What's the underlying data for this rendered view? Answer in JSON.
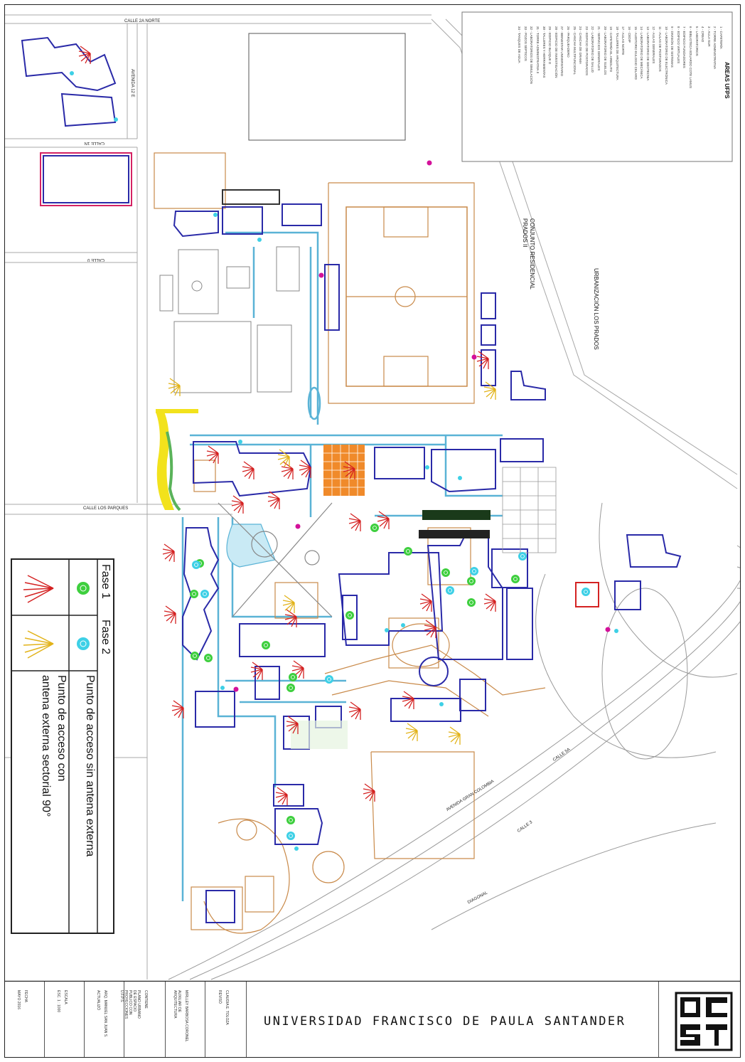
{
  "title_block": {
    "university": "UNIVERSIDAD FRANCISCO DE PAULA SANTANDER",
    "cells": [
      {
        "label": "FECHA",
        "value": "MAYO 2016"
      },
      {
        "label": "ESCALA",
        "value": "ESC. 1 : 1000"
      },
      {
        "label": "ARQ. MANUEL SAN JUAN S.",
        "value": "ACTUALIZÓ"
      },
      {
        "label": "CONTIENE",
        "value": "PLANO URBANO DE ESPACIO PUBLICO CON PROYECCIONES U.F.P.S."
      },
      {
        "label": "MIRLLEY BARBOSA CORONEL",
        "value": "AUXILIAR DE ARQUITECTURA"
      },
      {
        "label": "CLAUDIA E. TOLOZA",
        "value": "REVISÓ"
      }
    ]
  },
  "legend": {
    "phase1": "Fase 1",
    "phase2": "Fase 2",
    "ap_no_antenna": "Punto de acceso sin antena externa",
    "ap_antenna_line1": "Punto de acceso con",
    "ap_antenna_line2": "antena externa sectorial 90°"
  },
  "streets": {
    "calle_2a_norte": "CALLE 2A NORTE",
    "avenida_12e": "AVENIDA 12 E",
    "calle_1n": "CALLE 1N",
    "calle_0": "CALLE 0",
    "calle_los_parques": "CALLE LOS PARQUES",
    "calle_4": "CALLE 5A",
    "calle_3": "CALLE 3",
    "diagonal": "DIAGONAL",
    "via_principal": "AVENIDA GRAN COLOMBIA"
  },
  "neighborhoods": {
    "prados_ii": "CONJUNTO RESIDENCIAL PRADOS II",
    "los_prados": "URBANIZACIÓN LOS PRADOS"
  },
  "areas_title": "AREAS UFPS",
  "areas": [
    "1 - CAFETERÍA",
    "2 - TORRE ADMINISTRATIVA",
    "3 - AULA SUR",
    "4 - CREAD",
    "5 - LABORATORIOS",
    "6 - BIBLIOTECA EDUARDO COTE LAMUS",
    "7 - EDIFICIO FUNDADORES",
    "8 - EDIFICIO VIRTUALES",
    "9 - DIVISIÓN DE SISTEMAS",
    "10 - LABORATORIO DE ELECTRÓNICA",
    "11 - AULAS DE POSTGRADOS",
    "12 - AULAS GENERALES",
    "13 - LABORATORIO DE GEOTECNIA",
    "14 - LABORATORIO DE MECÁNICA",
    "15 - AUDITORIO EULOGIO CELARD",
    "16 - CEDIP",
    "17 - AULAS NORTE",
    "18 - TALLERES DE ARQUITECTURA",
    "19 - CAFETERÍA EL ARBOLITO",
    "20 - LABORATORIO DE SUELOS",
    "21 - SERVICIOS GENERALES",
    "22 - LABORATORIO DE SALUD",
    "23 - EDIFICIO DE POSTGRADOS",
    "24 - CANCHA DE GRAMA",
    "25 - CANCHA MULTIFUNCIONAL",
    "26 - PARQUEADERO",
    "27 - BIENESTAR UNIVERSITARIO",
    "28 - EDIFICIO DE INVESTIGACIÓN",
    "29 - EDIFICIO BLOQUE O",
    "30 - TALLERES Y HERRAMIENTAS",
    "31 - TORRE ADMINISTRATIVA II",
    "32 - LABORATORIOS DE SIMULACIÓN",
    "33 - POZOS SÉPTICOS",
    "34 - TANQUES DE AGUA"
  ],
  "colors": {
    "building": "#2a2aa8",
    "road": "#b0b0b0",
    "sidewalk": "#5ab3d6",
    "landscape": "#c98a4a",
    "antenna_f1": "#d42222",
    "antenna_f2": "#e2b31a",
    "ap_f1": "#3ecf3e",
    "ap_f2": "#3ed0e6",
    "magenta_point": "#d4119a",
    "orange_plaza": "#f08a2a",
    "yellow_road": "#f2e21c"
  },
  "map_points": {
    "phase1_antennas": [
      [
        120,
        68
      ],
      [
        300,
        630
      ],
      [
        350,
        652
      ],
      [
        405,
        652
      ],
      [
        335,
        700
      ],
      [
        386,
        694
      ],
      [
        430,
        650
      ],
      [
        492,
        652
      ],
      [
        500,
        725
      ],
      [
        540,
        722
      ],
      [
        680,
        497
      ],
      [
        238,
        768
      ],
      [
        240,
        855
      ],
      [
        251,
        988
      ],
      [
        420,
        932
      ],
      [
        362,
        934
      ],
      [
        410,
        860
      ],
      [
        412,
        1010
      ],
      [
        500,
        990
      ],
      [
        575,
        975
      ],
      [
        606,
        875
      ],
      [
        600,
        838
      ],
      [
        690,
        838
      ],
      [
        397,
        1110
      ],
      [
        520,
        1105
      ]
    ],
    "phase2_antennas": [
      [
        246,
        535
      ],
      [
        400,
        635
      ],
      [
        580,
        1020
      ],
      [
        640,
        1025
      ],
      [
        690,
        540
      ],
      [
        407,
        840
      ]
    ],
    "phase1_aps": [
      [
        274,
        785
      ],
      [
        266,
        828
      ],
      [
        267,
        915
      ],
      [
        286,
        918
      ],
      [
        367,
        900
      ],
      [
        402,
        960
      ],
      [
        405,
        945
      ],
      [
        485,
        858
      ],
      [
        620,
        798
      ],
      [
        656,
        840
      ],
      [
        656,
        810
      ],
      [
        718,
        807
      ],
      [
        402,
        1146
      ],
      [
        567,
        768
      ],
      [
        520,
        735
      ]
    ],
    "phase2_aps": [
      [
        269,
        787
      ],
      [
        281,
        828
      ],
      [
        456,
        948
      ],
      [
        626,
        823
      ],
      [
        660,
        796
      ],
      [
        728,
        775
      ],
      [
        817,
        825
      ],
      [
        402,
        1168
      ]
    ],
    "magenta_points": [
      [
        597,
        222
      ],
      [
        445,
        380
      ],
      [
        660,
        495
      ],
      [
        412,
        733
      ],
      [
        325,
        962
      ],
      [
        848,
        878
      ]
    ],
    "cyan_points": [
      [
        94,
        96
      ],
      [
        156,
        161
      ],
      [
        296,
        295
      ],
      [
        358,
        330
      ],
      [
        331,
        614
      ],
      [
        594,
        650
      ],
      [
        640,
        665
      ],
      [
        537,
        879
      ],
      [
        560,
        872
      ],
      [
        614,
        983
      ],
      [
        306,
        960
      ],
      [
        860,
        880
      ],
      [
        410,
        1186
      ]
    ]
  }
}
